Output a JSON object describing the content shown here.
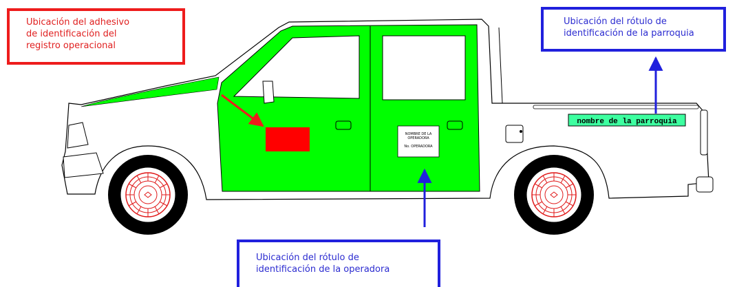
{
  "callouts": {
    "registro": {
      "lines": [
        "Ubicación del adhesivo",
        "de identificación del",
        "registro operacional"
      ],
      "color": "#ee1c1c"
    },
    "parroquia": {
      "lines": [
        "Ubicación del rótulo de",
        "identificación de la parroquia"
      ],
      "color": "#2020dd"
    },
    "operadora": {
      "lines": [
        "Ubicación del rótulo de",
        "identificación de la operadora"
      ],
      "color": "#2020dd"
    }
  },
  "labels": {
    "parroquia_sign": "nombre de la parroquia",
    "operadora_sign": [
      "NOMBRE DE LA",
      "OPERADORA",
      "No. OPERADORA"
    ]
  },
  "colors": {
    "cab_fill": "#00ff00",
    "sticker": "#ff0000",
    "parroquia_sign_fill": "#3dffa0",
    "tire": "#000000",
    "rim": "#e01818"
  }
}
